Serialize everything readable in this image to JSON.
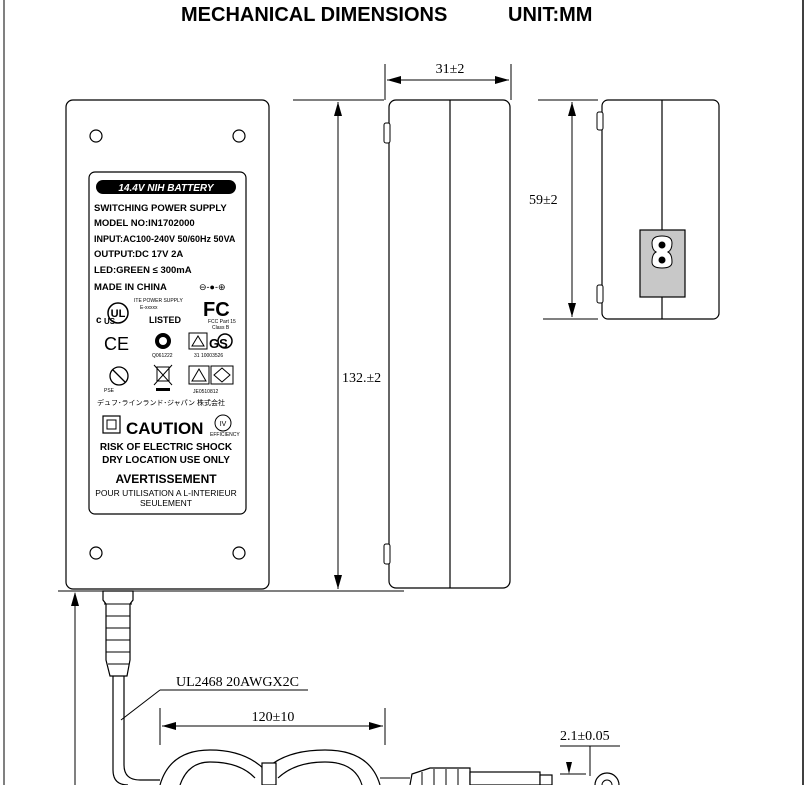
{
  "header": {
    "title": "MECHANICAL DIMENSIONS",
    "unit": "UNIT:MM"
  },
  "dimensions": {
    "width": "31±2",
    "depth": "59±2",
    "length": "132.±2",
    "cord_length": "120±10",
    "plug_pin": "2.1±0.05"
  },
  "cable": {
    "spec": "UL2468 20AWGX2C"
  },
  "label": {
    "battery_banner": "14.4V NIH BATTERY",
    "lines": [
      "SWITCHING POWER SUPPLY",
      "MODEL NO:IN1702000",
      "INPUT:AC100-240V 50/60Hz 50VA",
      "OUTPUT:DC 17V 2A",
      "LED:GREEN  ≤  300mA",
      "MADE IN CHINA"
    ],
    "polarity": "⊖-●-⊕",
    "ul_small": "ITE POWER SUPPLY",
    "ul_small2": "E-xxxxx",
    "ul_us": "US",
    "ul_listed": "LISTED",
    "ul_c": "c",
    "fc": "FC",
    "fc_small": "FCC Part 15",
    "fc_small2": "Class B",
    "ce": "CE",
    "ccc_code": "Q061222",
    "gs_code": "31 10003526",
    "pse_small": "PSE",
    "jet_code": "JE0510812",
    "japan_line": "デュフ･ラインランド･ジャパン 株式会社",
    "caution": "CAUTION",
    "efficiency": "IV",
    "efficiency_small": "EFFICIENCY",
    "shock": "RISK OF ELECTRIC SHOCK",
    "dry": "DRY LOCATION USE ONLY",
    "avert": "AVERTISSEMENT",
    "pour1": "POUR UTILISATION A L-INTERIEUR",
    "pour2": "SEULEMENT"
  }
}
